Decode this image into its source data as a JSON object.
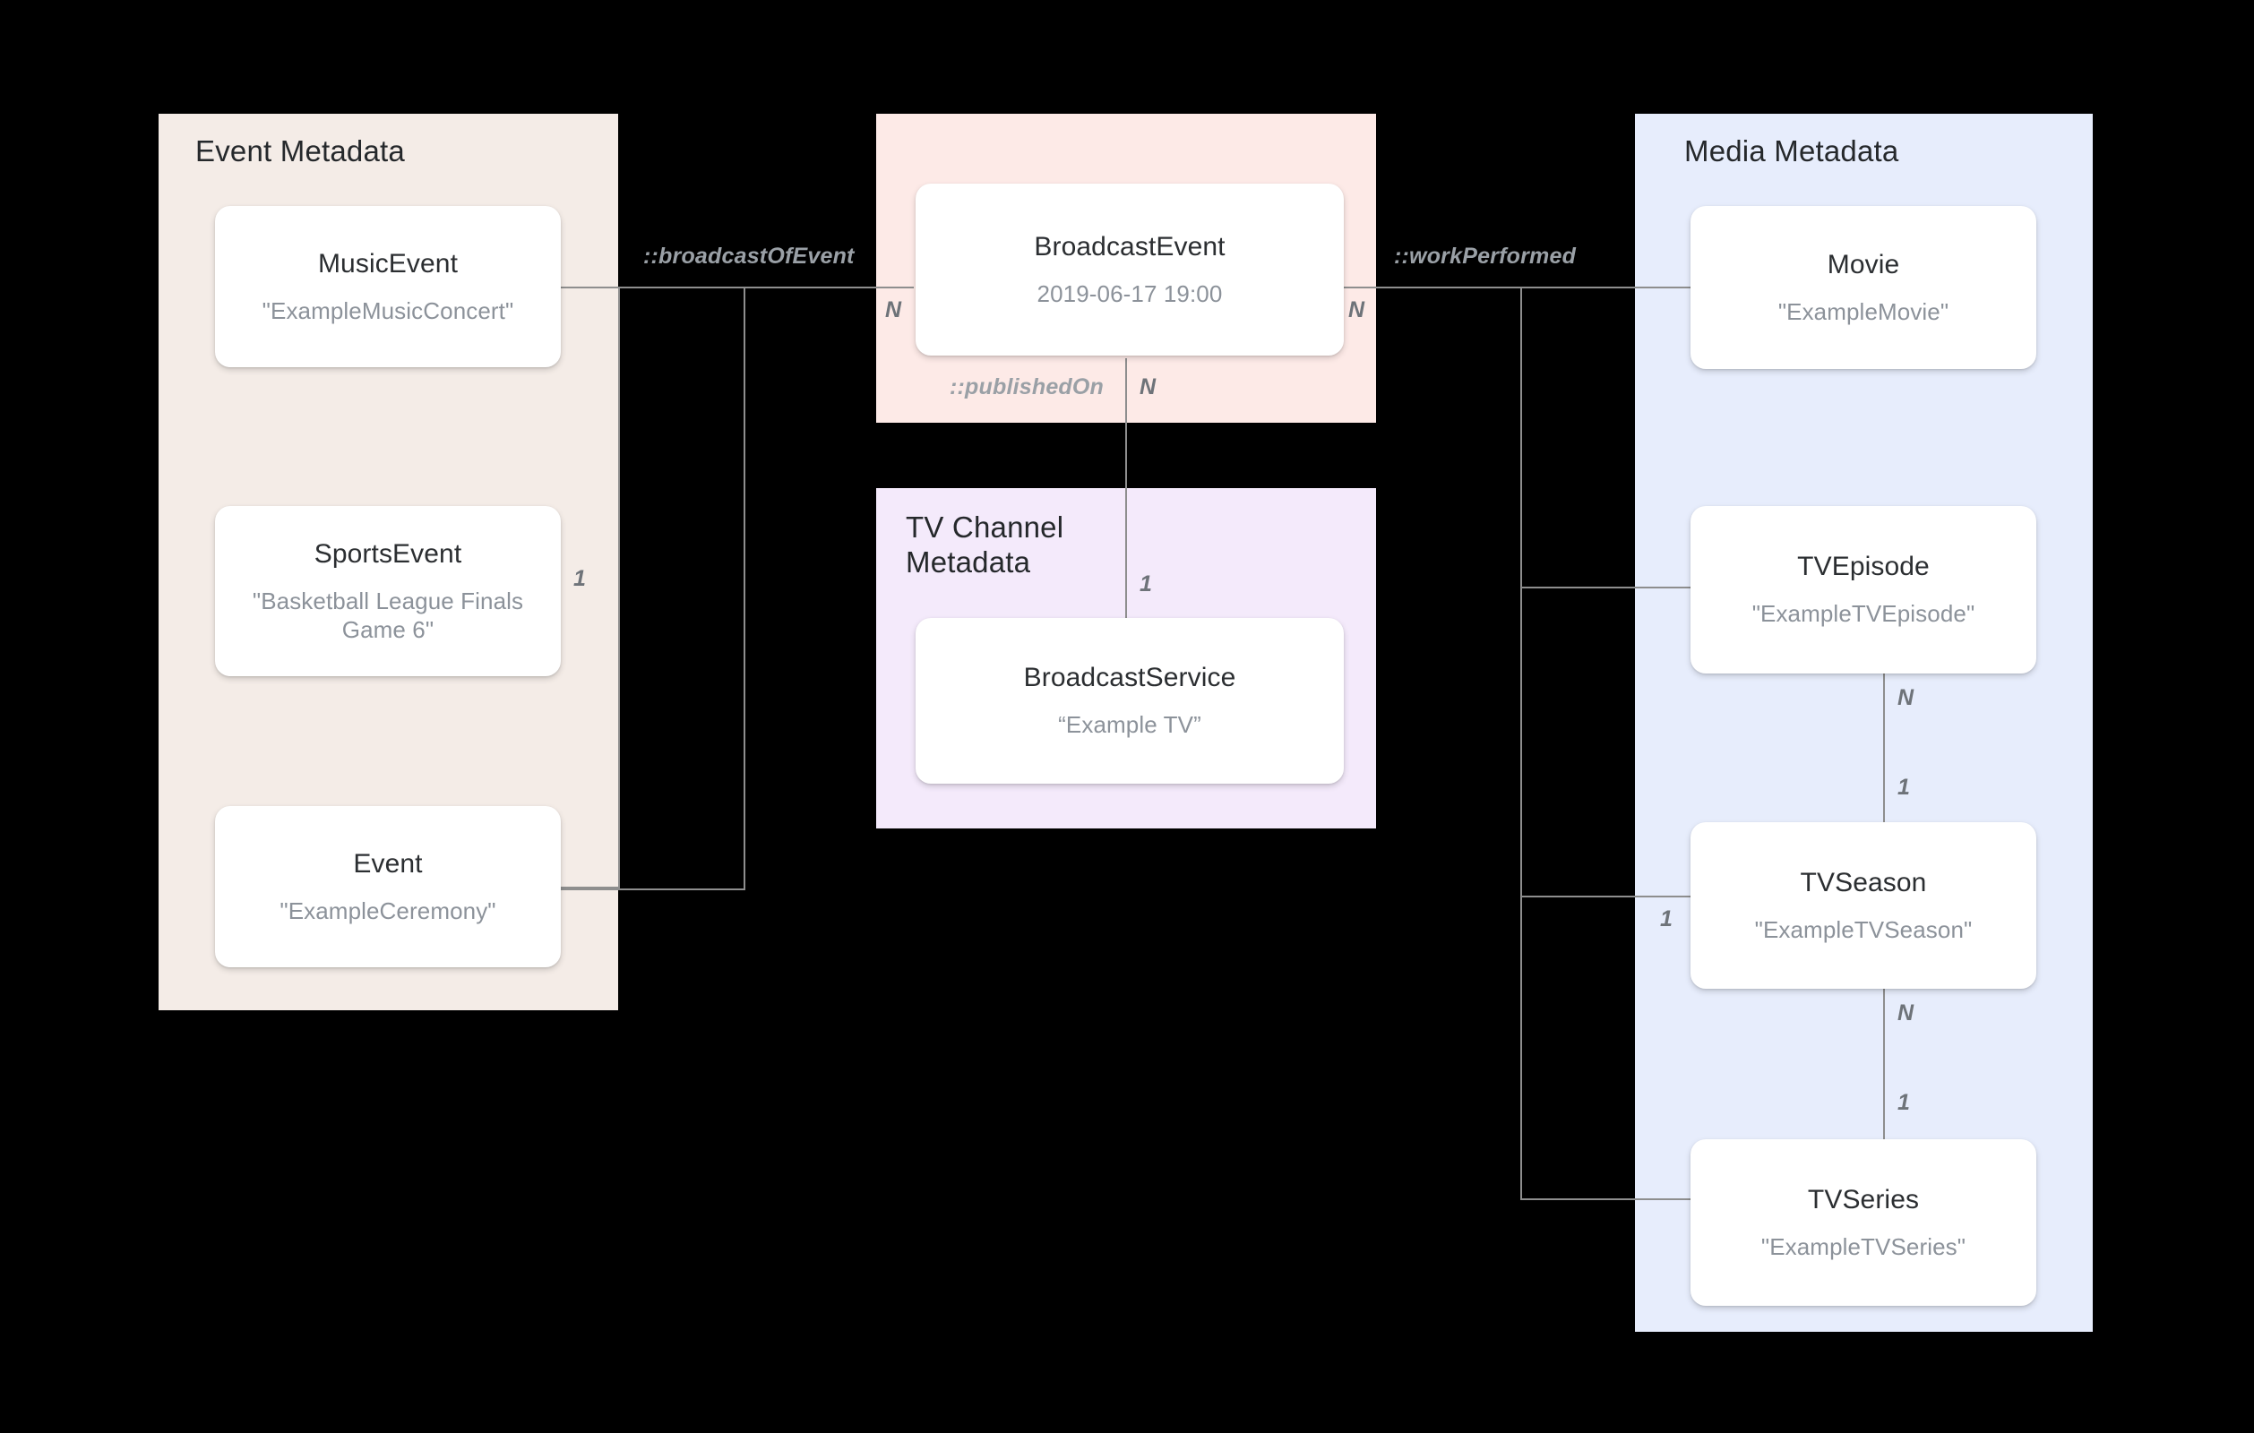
{
  "diagram": {
    "background": "#000000",
    "line_color": "#8e8e8e",
    "groups": [
      {
        "id": "event",
        "title": "Event Metadata",
        "color": "#f4ece7"
      },
      {
        "id": "broadcast",
        "title": "",
        "color": "#fdeae7"
      },
      {
        "id": "tvchannel",
        "title": "TV Channel\nMetadata",
        "color": "#f4eafb"
      },
      {
        "id": "media",
        "title": "Media Metadata",
        "color": "#e7edfc"
      }
    ],
    "entities": {
      "music_event": {
        "type": "MusicEvent",
        "value": "\"ExampleMusicConcert\""
      },
      "sports_event": {
        "type": "SportsEvent",
        "value": "\"Basketball League Finals Game 6\""
      },
      "event": {
        "type": "Event",
        "value": "\"ExampleCeremony\""
      },
      "broadcast_event": {
        "type": "BroadcastEvent",
        "value": "2019-06-17 19:00"
      },
      "broadcast_service": {
        "type": "BroadcastService",
        "value": "“Example TV”"
      },
      "movie": {
        "type": "Movie",
        "value": "\"ExampleMovie\""
      },
      "tv_episode": {
        "type": "TVEpisode",
        "value": "\"ExampleTVEpisode\""
      },
      "tv_season": {
        "type": "TVSeason",
        "value": "\"ExampleTVSeason\""
      },
      "tv_series": {
        "type": "TVSeries",
        "value": "\"ExampleTVSeries\""
      }
    },
    "relations": [
      {
        "id": "broadcast_of_event",
        "label": "::broadcastOfEvent",
        "from": "event_group",
        "to": "broadcast_event",
        "from_cardinality": "1",
        "to_cardinality": "N"
      },
      {
        "id": "work_performed",
        "label": "::workPerformed",
        "from": "broadcast_event",
        "to": "media_group",
        "from_cardinality": "N",
        "to_cardinality": "1"
      },
      {
        "id": "published_on",
        "label": "::publishedOn",
        "from": "broadcast_event",
        "to": "broadcast_service",
        "from_cardinality": "N",
        "to_cardinality": "1"
      },
      {
        "id": "episode_in_season",
        "label": "",
        "from": "tv_episode",
        "to": "tv_season",
        "from_cardinality": "N",
        "to_cardinality": "1"
      },
      {
        "id": "season_in_series",
        "label": "",
        "from": "tv_season",
        "to": "tv_series",
        "from_cardinality": "N",
        "to_cardinality": "1"
      }
    ],
    "cardinality_markers": {
      "broadcast_left_n": "N",
      "broadcast_right_n": "N",
      "published_on_n": "N",
      "published_on_1": "1",
      "sports_event_1": "1",
      "tv_season_1": "1",
      "episode_n": "N",
      "season_1": "1",
      "season_n": "N",
      "series_1": "1"
    }
  }
}
